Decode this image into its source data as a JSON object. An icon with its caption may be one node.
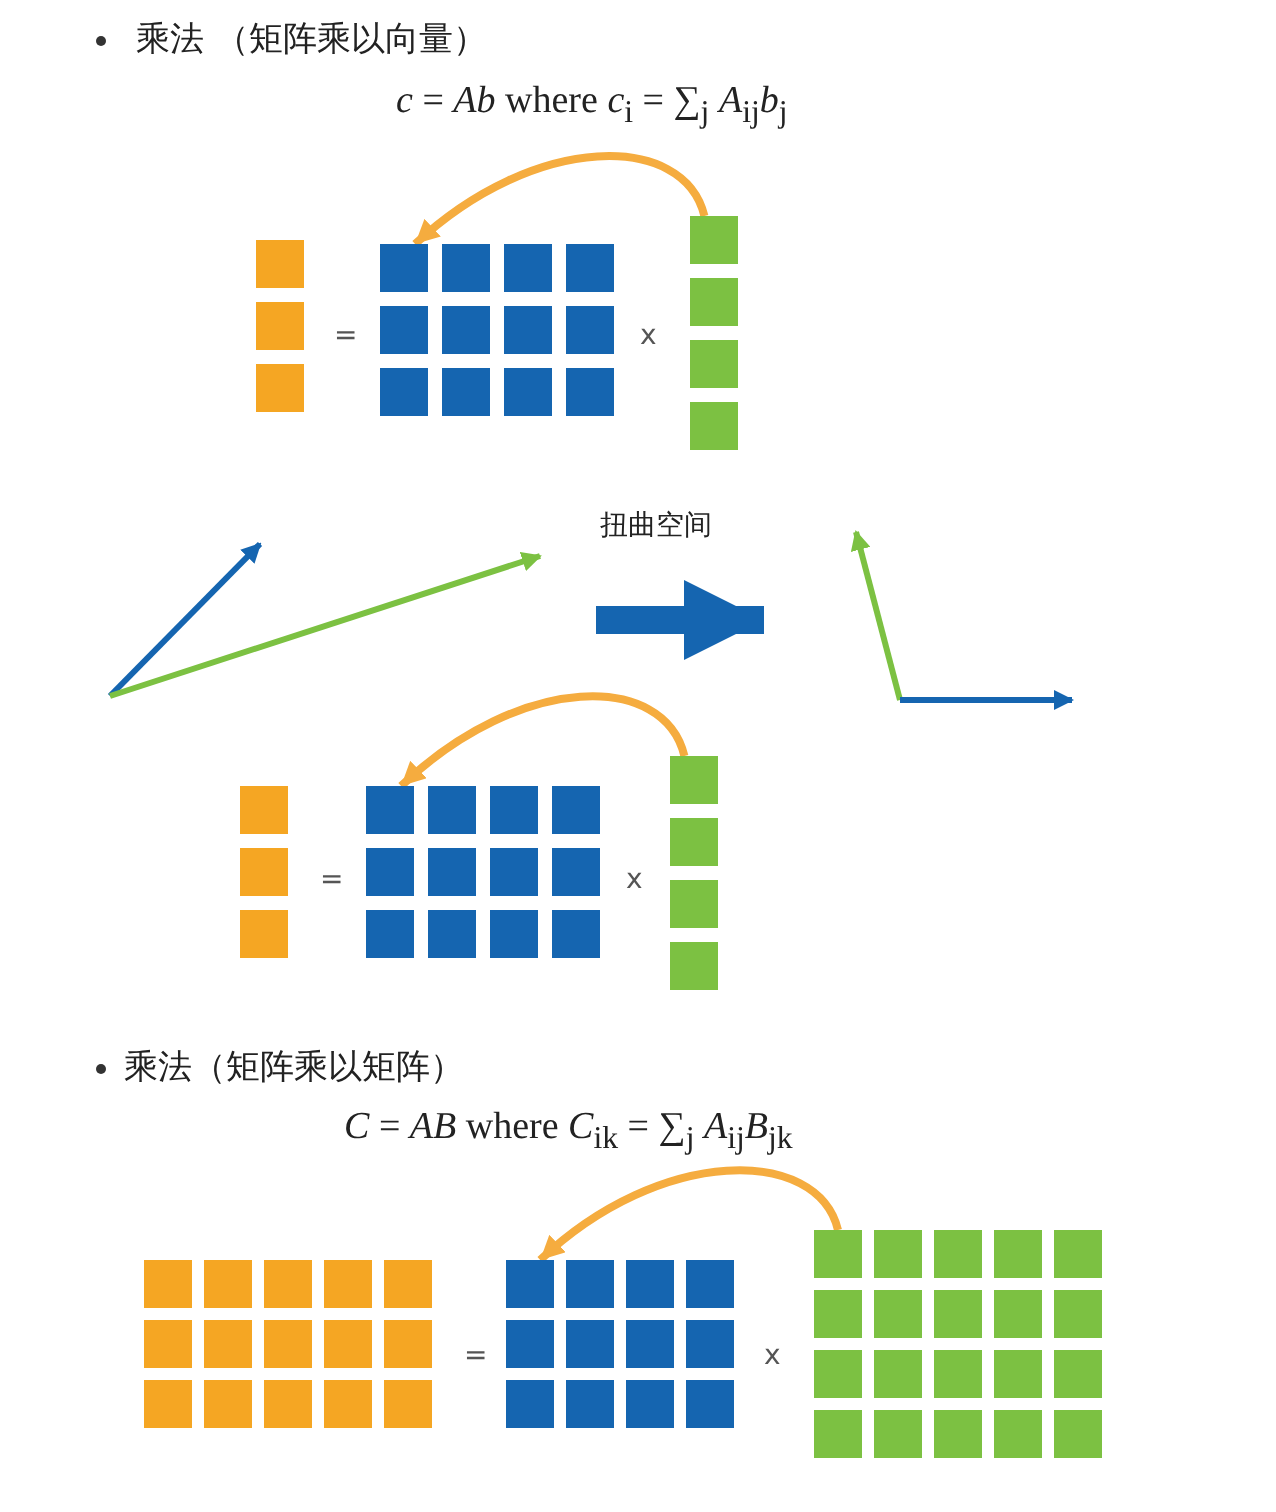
{
  "diagram": {
    "nodes": [
      {
        "text": [],
        "shape": "grid"
      },
      {
        "text": [],
        "shape": "grid"
      },
      {
        "text": [],
        "shape": "grid"
      },
      {
        "text": [],
        "shape": "picture"
      },
      {
        "text": [],
        "shape": "picture"
      },
      {
        "text": [],
        "shape": "grid"
      },
      {
        "text": [],
        "shape": "grid"
      },
      {
        "text": [],
        "shape": "grid"
      },
      {
        "text": [],
        "shape": "grid"
      },
      {
        "text": [],
        "shape": "grid"
      },
      {
        "text": [],
        "shape": "grid"
      }
    ],
    "edges": [
      {
        "from": 2,
        "to": 1,
        "arrow": "to"
      },
      {
        "from": 3,
        "to": 4,
        "arrow": "to",
        "label": "扭曲空间",
        "style": "thick",
        "color": "#1565b0"
      },
      {
        "from": 7,
        "to": 6,
        "arrow": "to"
      },
      {
        "from": 10,
        "to": 9,
        "arrow": "to"
      }
    ],
    "labels": [
      "乘法 （矩阵乘以向量）",
      "*c* = *Ab* where *c*$_{i}$ = ∑$_{j}$ *A*$_{ij}$*b*$_{j}$",
      "=",
      "x",
      "=",
      "x",
      "乘法（矩阵乘以矩阵）",
      "*C* = *AB* where *C*$_{ik}$ = ∑$_{j}$ *A*$_{ij}$*B*$_{jk}$",
      "=",
      "x"
    ]
  }
}
